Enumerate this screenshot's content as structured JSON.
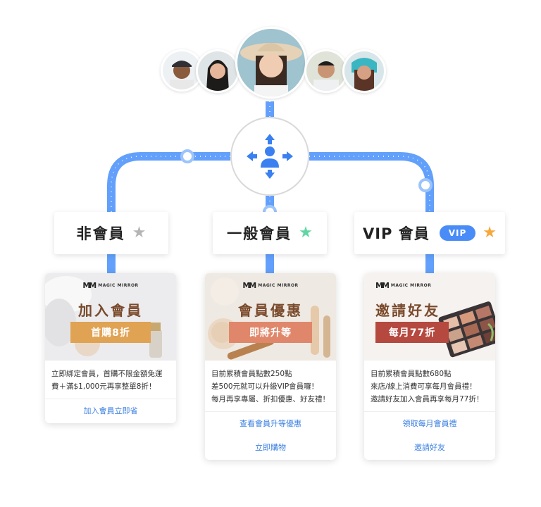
{
  "colors": {
    "accent_blue": "#4a8cf7",
    "line_blue": "#62a0fb",
    "link_blue": "#3a7fe0",
    "star_gray": "#b5b5b5",
    "star_green": "#5fd6a4",
    "star_orange": "#f6a83a",
    "tag_orange": "#e0a253",
    "tag_coral": "#e0876b",
    "tag_red": "#b5483f"
  },
  "avatars": [
    {
      "name": "man-cap-avatar"
    },
    {
      "name": "woman-longhair-avatar"
    },
    {
      "name": "woman-hat-avatar-center"
    },
    {
      "name": "man-smile-avatar"
    },
    {
      "name": "woman-scarf-avatar"
    }
  ],
  "hub": {
    "icon": "user-split-arrows-icon"
  },
  "tiers": [
    {
      "label": "非會員",
      "star": "★"
    },
    {
      "label": "一般會員",
      "star": "★"
    },
    {
      "label": "VIP 會員",
      "badge": "VIP",
      "star": "★"
    }
  ],
  "cards": [
    {
      "brand": "MAGIC MIRROR",
      "title": "加入會員",
      "tag": "首購8折",
      "body": [
        "立即綁定會員，首購不限金額免運",
        "費＋滿$1,000元再享整單8折！"
      ],
      "links": [
        "加入會員立即省"
      ]
    },
    {
      "brand": "MAGIC MIRROR",
      "title": "會員優惠",
      "tag": "即將升等",
      "body": [
        "目前累積會員點數250點",
        "差500元就可以升級VIP會員囉！",
        "每月再享專屬、折扣優惠、好友禮！"
      ],
      "links": [
        "查看會員升等優惠",
        "立即購物"
      ]
    },
    {
      "brand": "MAGIC MIRROR",
      "title": "邀請好友",
      "tag": "每月77折",
      "body": [
        "目前累積會員點數680點",
        "來店/線上消費可享每月會員禮！",
        "邀請好友加入會員再享每月77折！"
      ],
      "links": [
        "領取每月會員禮",
        "邀請好友"
      ]
    }
  ]
}
